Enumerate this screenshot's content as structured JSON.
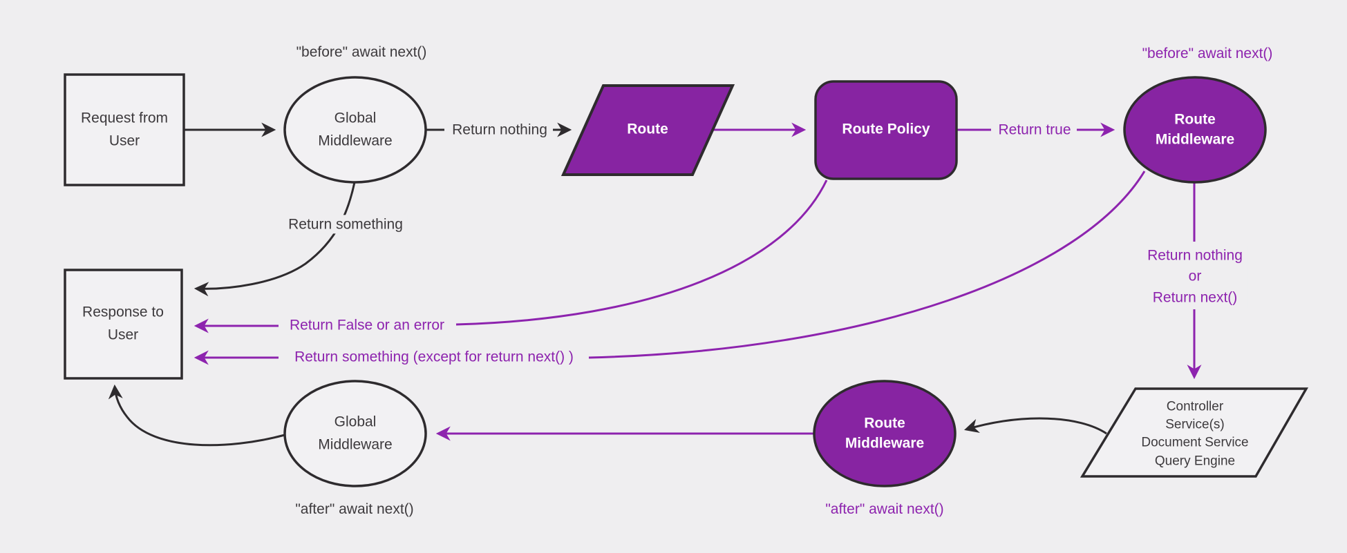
{
  "diagram": {
    "description": "Request lifecycle flowchart: middlewares, route, policy, controller",
    "colors": {
      "background": "#efeef0",
      "node_fill_light": "#f2f1f3",
      "node_fill_purple": "#8724a2",
      "line_dark": "#2e2b2e",
      "line_purple": "#8d23ae",
      "text_dark": "#3d3a3d",
      "text_on_purple": "#ffffff"
    },
    "nodes": {
      "request": {
        "label": "Request from\nUser",
        "shape": "rectangle"
      },
      "global_middleware_top": {
        "label": "Global\nMiddleware",
        "shape": "ellipse"
      },
      "route": {
        "label": "Route",
        "shape": "parallelogram"
      },
      "route_policy": {
        "label": "Route Policy",
        "shape": "rounded-rectangle"
      },
      "route_middleware_top": {
        "label": "Route\nMiddleware",
        "shape": "ellipse"
      },
      "controller_services": {
        "label": "Controller\nService(s)\nDocument Service\nQuery Engine",
        "shape": "parallelogram"
      },
      "route_middleware_bottom": {
        "label": "Route\nMiddleware",
        "shape": "ellipse"
      },
      "global_middleware_bottom": {
        "label": "Global\nMiddleware",
        "shape": "ellipse"
      },
      "response": {
        "label": "Response to\nUser",
        "shape": "rectangle"
      }
    },
    "edge_labels": {
      "before_await_next_global": "\"before\" await next()",
      "before_await_next_route": "\"before\" await next()",
      "return_nothing": "Return nothing",
      "return_true": "Return true",
      "return_something": "Return something",
      "return_nothing_or_next": "Return nothing\nor\nReturn next()",
      "return_false_or_error": "Return False or an error",
      "return_something_except": "Return something (except for return next() )",
      "after_await_next_route": "\"after\" await next()",
      "after_await_next_global": "\"after\" await next()"
    }
  }
}
